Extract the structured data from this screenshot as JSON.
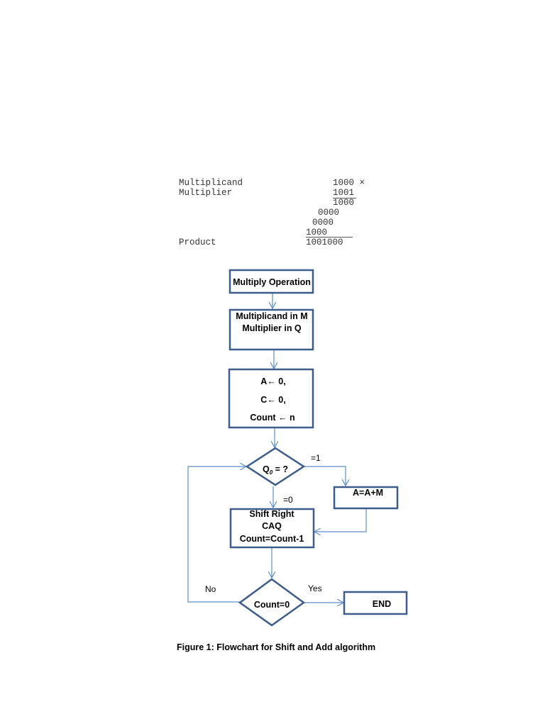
{
  "multiplication": {
    "multiplicand_label": "Multiplicand",
    "multiplier_label": "Multiplier",
    "multiplicand_value": "1000 ×",
    "multiplier_value": "1001",
    "partial_1": "1000",
    "partial_2": "0000",
    "partial_3": "0000",
    "partial_4": "1000",
    "product_label": "Product",
    "product_value": "1001000"
  },
  "flowchart": {
    "start": "Multiply Operation",
    "load_line1": "Multiplicand in M",
    "load_line2": "Multiplier in Q",
    "init_line1": "A← 0,",
    "init_line2": "C← 0,",
    "init_line3": "Count ← n",
    "decision_q0": "Q",
    "decision_q0_sub": "0",
    "decision_q0_suffix": " = ?",
    "branch_eq1": "=1",
    "branch_eq0": "=0",
    "add_step": "A=A+M",
    "shift_line1": "Shift Right",
    "shift_line2": "CAQ",
    "shift_line3": "Count=Count-1",
    "decision_count": "Count=0",
    "branch_no": "No",
    "branch_yes": "Yes",
    "end": "END"
  },
  "caption": "Figure 1: Flowchart for Shift and Add algorithm",
  "colors": {
    "box_border": "#3c5d8c",
    "arrow": "#5b8fc9"
  }
}
